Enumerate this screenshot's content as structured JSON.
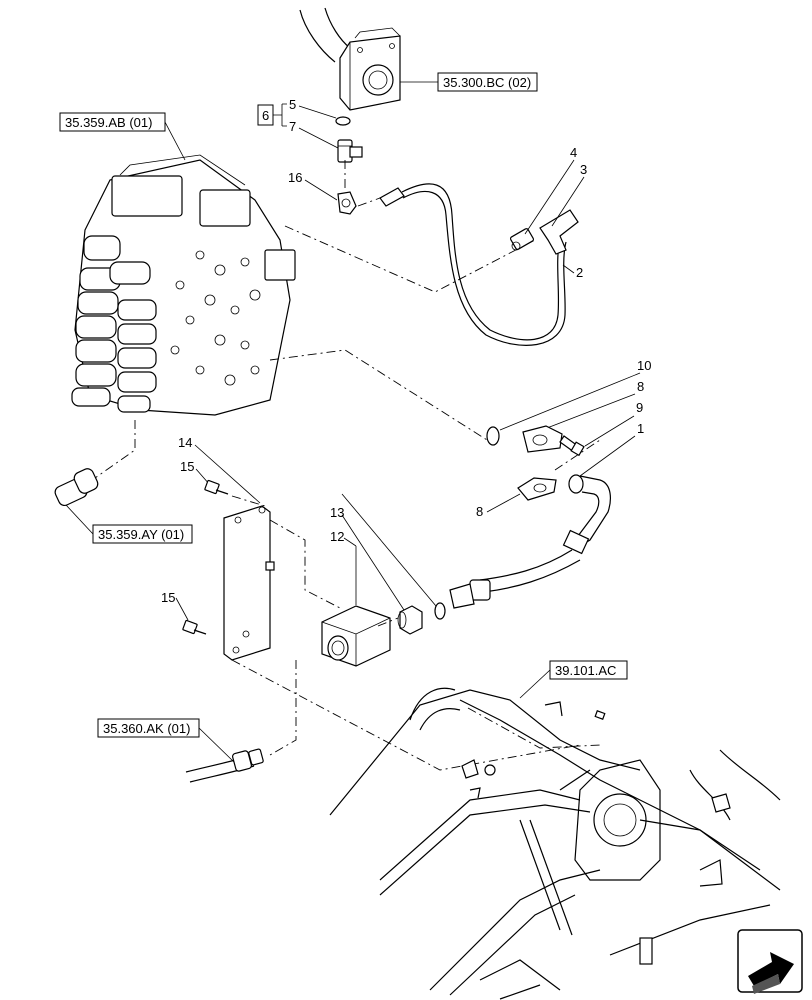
{
  "references": {
    "r1": "35.300.BC (02)",
    "r2": "35.359.AB (01)",
    "r3": "35.359.AY (01)",
    "r4": "35.360.AK (01)",
    "r5": "39.101.AC"
  },
  "callouts": {
    "c1": "1",
    "c2": "2",
    "c3": "3",
    "c4": "4",
    "c5": "5",
    "c6": "6",
    "c7": "7",
    "c8a": "8",
    "c8b": "8",
    "c9": "9",
    "c10": "10",
    "c12": "12",
    "c13": "13",
    "c14": "14",
    "c15a": "15",
    "c15b": "15",
    "c16": "16"
  },
  "icons": {
    "nav": "next-page-arrow-icon"
  }
}
